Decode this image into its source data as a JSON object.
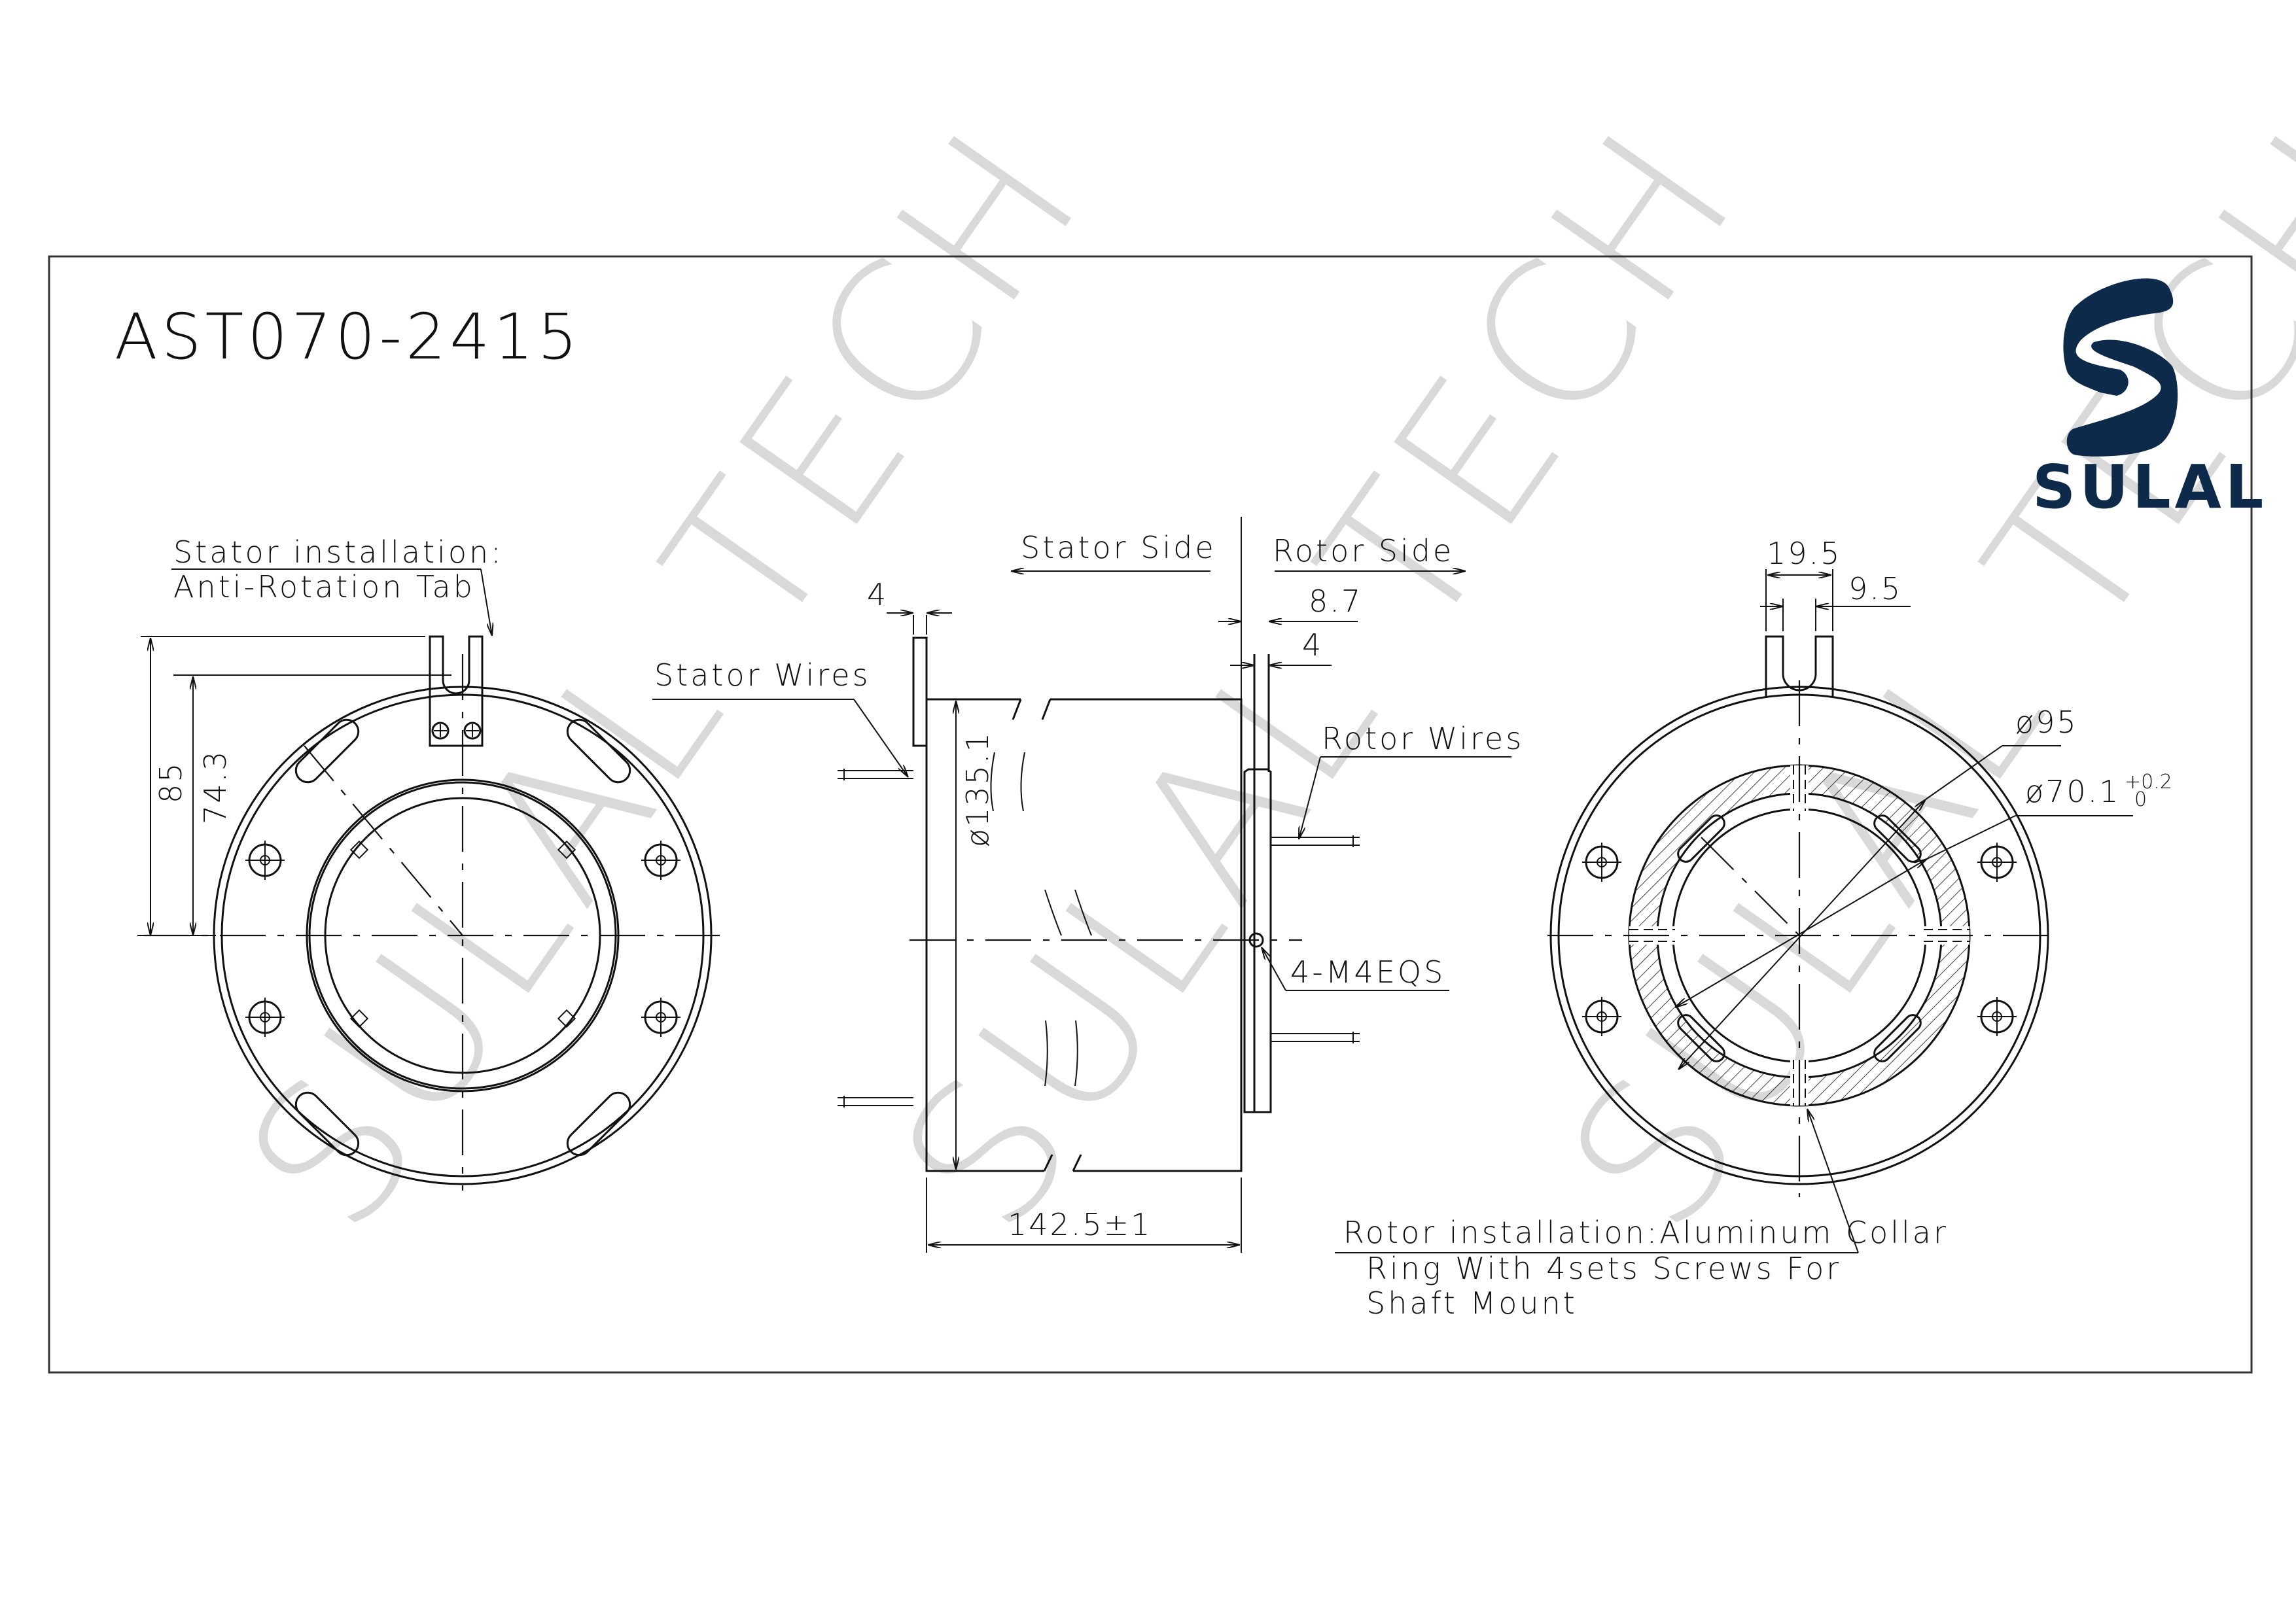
{
  "drawing": {
    "model_number": "AST070-2415",
    "brand": {
      "name": "SULAL",
      "logo_icon": "s-ribbon-logo-icon",
      "color": "#0d2a4a"
    },
    "watermark": "SULAL TECH",
    "frame_color": "#333333"
  },
  "views": {
    "front_stator": {
      "callout_line1": "Stator installation:",
      "callout_line2": "Anti-Rotation Tab",
      "dim_height_outer": "85",
      "dim_height_inner": "74.3"
    },
    "side": {
      "stator_side_label": "Stator Side",
      "rotor_side_label": "Rotor Side",
      "stator_wires_label": "Stator Wires",
      "rotor_wires_label": "Rotor Wires",
      "dim_flange_thickness": "4",
      "dim_rotor_offset": "8.7",
      "dim_rotor_plate": "4",
      "dim_diameter": "ø135.1",
      "dim_length": "142.5±1",
      "screw_callout": "4-M4EQS"
    },
    "rear_rotor": {
      "dim_tab_width": "19.5",
      "dim_slot_width": "9.5",
      "dim_outer_collar": "ø95",
      "dim_bore": "ø70.1",
      "dim_bore_tol_upper": "+0.2",
      "dim_bore_tol_lower": "0",
      "callout_line1": "Rotor installation:Aluminum Collar",
      "callout_line2": "Ring With 4sets Screws For",
      "callout_line3": "Shaft Mount"
    }
  }
}
